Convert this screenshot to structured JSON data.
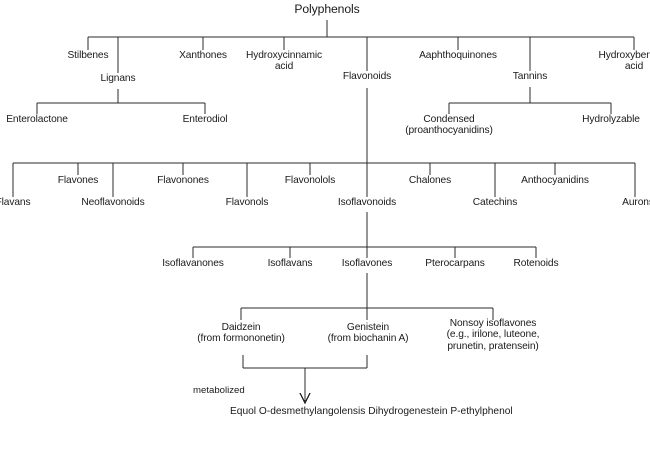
{
  "diagram": {
    "title": "Polyphenols",
    "line_color": "#2b2b2b",
    "text_color": "#1a1a1a",
    "background": "#ffffff"
  },
  "root": {
    "label": "Polyphenols"
  },
  "level1": {
    "items": [
      {
        "label": "Stilbenes"
      },
      {
        "label": "Lignans"
      },
      {
        "label": "Xanthones"
      },
      {
        "label": "Hydroxycinnamic",
        "label2": "acid"
      },
      {
        "label": "Flavonoids"
      },
      {
        "label": "Aaphthoquinones"
      },
      {
        "label": "Tannins"
      },
      {
        "label": "Hydroxybenzoic",
        "label2": "acid"
      }
    ]
  },
  "lignans_children": {
    "items": [
      {
        "label": "Enterolactone"
      },
      {
        "label": "Enterodiol"
      }
    ]
  },
  "tannins_children": {
    "items": [
      {
        "label": "Condensed",
        "label2": "(proanthocyanidins)"
      },
      {
        "label": "Hydrolyzable"
      }
    ]
  },
  "flavonoid_classes": {
    "items": [
      {
        "label": "Flavans"
      },
      {
        "label": "Flavones"
      },
      {
        "label": "Neoflavonoids"
      },
      {
        "label": "Flavonones"
      },
      {
        "label": "Flavonols"
      },
      {
        "label": "Flavonolols"
      },
      {
        "label": "Isoflavonoids"
      },
      {
        "label": "Chalones"
      },
      {
        "label": "Catechins"
      },
      {
        "label": "Anthocyanidins"
      },
      {
        "label": "Aurons"
      }
    ]
  },
  "isoflavonoid_classes": {
    "items": [
      {
        "label": "Isoflavanones"
      },
      {
        "label": "Isoflavans"
      },
      {
        "label": "Isoflavones"
      },
      {
        "label": "Pterocarpans"
      },
      {
        "label": "Rotenoids"
      }
    ]
  },
  "isoflavones_children": {
    "items": [
      {
        "label": "Daidzein",
        "label2": "(from formononetin)"
      },
      {
        "label": "Genistein",
        "label2": "(from biochanin A)"
      },
      {
        "label": "Nonsoy isoflavones",
        "label2": "(e.g., irilone, luteone,",
        "label3": "prunetin, pratensein)"
      }
    ]
  },
  "metabolism": {
    "arrow_label": "metabolized",
    "products": [
      "Equol",
      "O-desmethylangolensis",
      "Dihydrogenestein",
      "P-ethylphenol"
    ]
  }
}
